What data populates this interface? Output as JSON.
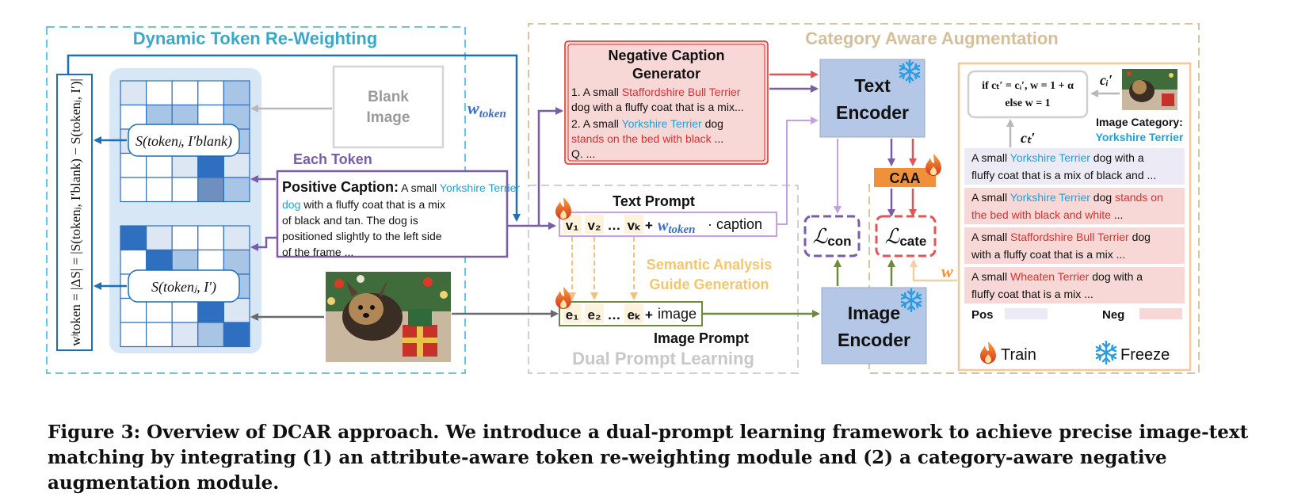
{
  "regions": {
    "dtr_title": "Dynamic Token Re-Weighting",
    "caa_title": "Category Aware Augmentation",
    "dpl_title": "Dual Prompt Learning"
  },
  "dtr": {
    "weight_formula": "wʲtoken = |ΔS| = |S(tokenⱼ, I′blank) − S(tokenⱼ, I′)|",
    "wtoken_label": "w",
    "wtoken_sub": "token",
    "s_blank": "S(tokenⱼ, I′blank)",
    "s_img": "S(tokenⱼ, I′)",
    "blank_line1": "Blank",
    "blank_line2": "Image",
    "each_token": "Each Token",
    "positive_title": "Positive Caption:",
    "positive_text_1": " A small ",
    "positive_breed": "Yorkshire Terrier",
    "positive_text_2": " dog with a fluffy coat that is a mix of black and tan. The dog is positioned slightly to the left side of the frame ..."
  },
  "negative_generator": {
    "title_line1": "Negative Caption",
    "title_line2": "Generator",
    "item1_prefix": "1. A small ",
    "item1_breed": "Staffordshire Bull Terrier",
    "item1_rest": "dog with a fluffy coat that is a mix...",
    "item2_prefix": "2. A small ",
    "item2_breed": "Yorkshire Terrier",
    "item2_suffix": " dog",
    "item2_rest": "stands on the bed with black",
    "item2_tail": " ...",
    "item3": "Q. ..."
  },
  "encoders": {
    "text_line1": "Text",
    "text_line2": "Encoder",
    "image_line1": "Image",
    "image_line2": "Encoder",
    "caa": "CAA",
    "loss_con": "ℒ",
    "loss_con_sub": "con",
    "loss_cate": "ℒ",
    "loss_cate_sub": "cate",
    "w_label": "w"
  },
  "prompts": {
    "text_prompt_title": "Text Prompt",
    "image_prompt_title": "Image Prompt",
    "v1": "v₁",
    "v2": "v₂",
    "dots": "…",
    "vk": "vₖ",
    "plus": "+",
    "wtoken": "w",
    "wtoken_sub": "token",
    "caption": "· caption",
    "e1": "e₁",
    "e2": "e₂",
    "ek": "eₖ",
    "image": "image",
    "semantic_line1": "Semantic Analysis",
    "semantic_line2": "Guide Generation"
  },
  "caa_panel": {
    "rule_line1": "if cₜ′ = cᵢ′, w = 1 + α",
    "rule_line2": "else w = 1",
    "ci_label": "cᵢ′",
    "ct_label": "cₜ′",
    "image_category_label": "Image Category:",
    "image_category_value": "Yorkshire Terrier",
    "captions": [
      {
        "type": "pos",
        "l1a": "A small ",
        "l1b": "Yorkshire Terrier",
        "l1c": " dog with a",
        "l2a": "fluffy coat that is a mix of black and  ...",
        "l2b": ""
      },
      {
        "type": "neg",
        "l1a": "A small ",
        "l1b": "Yorkshire Terrier",
        "l1c": " dog ",
        "l1d": "stands on",
        "l2a": "",
        "l2b": "the bed with black and white",
        "l2c": " ..."
      },
      {
        "type": "neg",
        "l1a": " A small ",
        "l1b": "Staffordshire Bull Terrier",
        "l1c": " dog",
        "l2a": "with a fluffy coat that is a mix ...",
        "l2b": ""
      },
      {
        "type": "neg",
        "l1a": "A small ",
        "l1b": "Wheaten Terrier",
        "l1c": " dog with a",
        "l2a": "fluffy coat that is a mix ...",
        "l2b": ""
      }
    ],
    "legend_pos": "Pos",
    "legend_neg": "Neg",
    "train_label": "Train",
    "freeze_label": "Freeze"
  },
  "caption": "Figure 3: Overview of DCAR approach. We introduce a dual-prompt learning framework to achieve precise image-text matching by integrating (1) an attribute-aware token re-weighting module and (2) a category-aware negative augmentation module.",
  "colors": {
    "dtr_border": "#6cc5dc",
    "caa_border": "#d8c4a0",
    "dpl_border": "#cfcfcf",
    "encoder_fill": "#b4c7e7",
    "neg_fill": "#f8d7d7",
    "pos_fill": "#eceaf4",
    "purple": "#7a5ca8",
    "red": "#d9302c",
    "cyan": "#1ba3d9",
    "orange_text": "#f2c66f"
  }
}
